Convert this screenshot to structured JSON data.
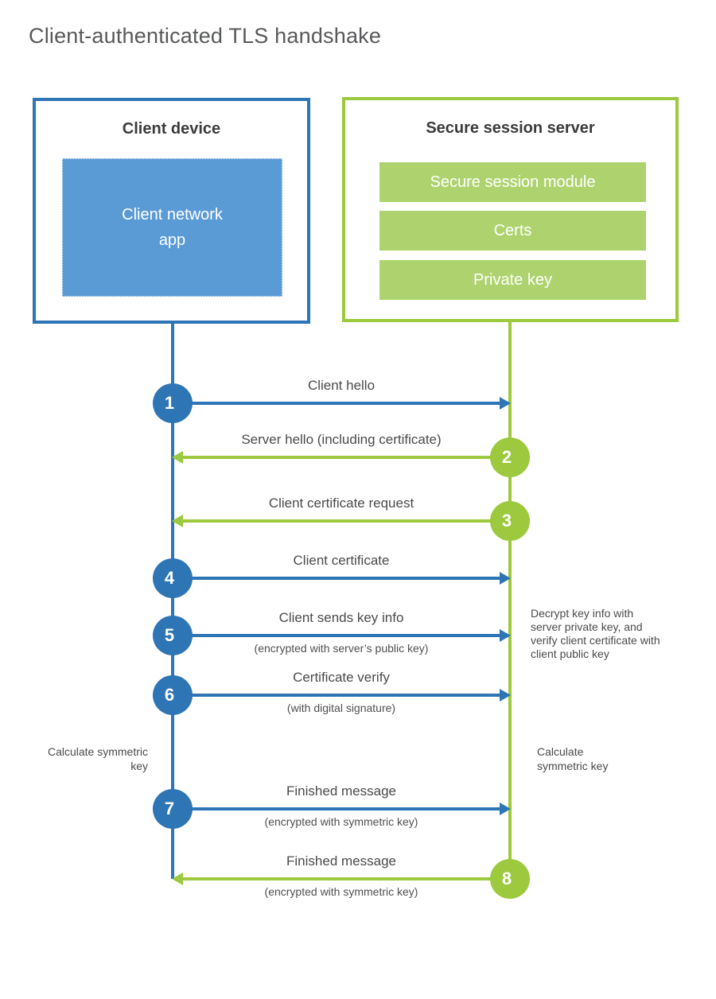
{
  "title": "Client-authenticated TLS handshake",
  "colors": {
    "blue": "#2e75b6",
    "blue_fill": "#5b9bd5",
    "green": "#9cc93d",
    "green_fill": "#aed36e",
    "text": "#4a4a4a",
    "heading": "#3b3b3b",
    "title_color": "#58595b"
  },
  "client_box": {
    "title": "Client device",
    "app_label": "Client network app"
  },
  "server_box": {
    "title": "Secure session server",
    "modules": [
      "Secure session module",
      "Certs",
      "Private key"
    ]
  },
  "steps": [
    {
      "num": "1",
      "direction": "client-to-server",
      "label": "Client hello",
      "sublabel": ""
    },
    {
      "num": "2",
      "direction": "server-to-client",
      "label": "Server hello (including certificate)",
      "sublabel": ""
    },
    {
      "num": "3",
      "direction": "server-to-client",
      "label": "Client certificate request",
      "sublabel": ""
    },
    {
      "num": "4",
      "direction": "client-to-server",
      "label": "Client certificate",
      "sublabel": ""
    },
    {
      "num": "5",
      "direction": "client-to-server",
      "label": "Client sends key info",
      "sublabel": "(encrypted with server’s public key)"
    },
    {
      "num": "6",
      "direction": "client-to-server",
      "label": "Certificate verify",
      "sublabel": "(with digital signature)"
    },
    {
      "num": "7",
      "direction": "client-to-server",
      "label": "Finished message",
      "sublabel": "(encrypted with symmetric key)"
    },
    {
      "num": "8",
      "direction": "server-to-client",
      "label": "Finished message",
      "sublabel": "(encrypted with symmetric key)"
    }
  ],
  "annotations": {
    "server_note": "Decrypt key info with server private key, and verify client certificate with client public key",
    "calc_left": "Calculate symmetric key",
    "calc_right": "Calculate symmetric key"
  }
}
